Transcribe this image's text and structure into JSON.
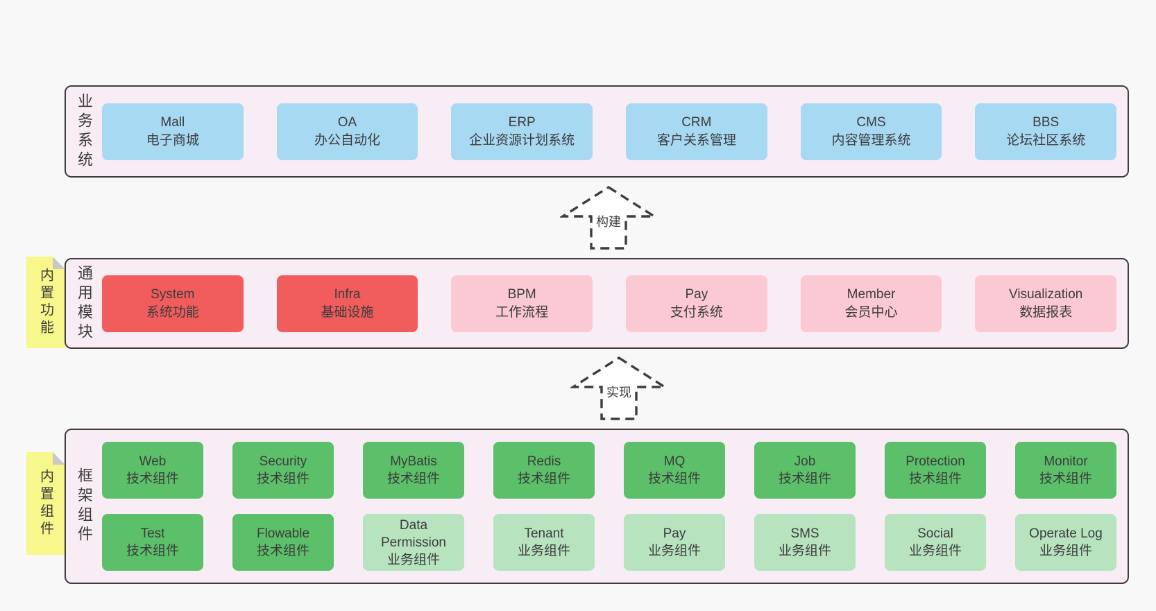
{
  "colors": {
    "page_bg": "#f8f8f8",
    "band_bg": "#f8ecf5",
    "band_border": "#3d3d3d",
    "text": "#3c3c3c",
    "blue": "#a8d9f2",
    "red": "#f15c5c",
    "pink": "#fbc9d3",
    "green_dark": "#5bc069",
    "green_light": "#b7e3bf",
    "sticky": "#f8f78b",
    "fold": "#c8c8c8"
  },
  "stickies": [
    {
      "label": "内置功能"
    },
    {
      "label": "内置组件"
    }
  ],
  "arrows": [
    {
      "label": "构建"
    },
    {
      "label": "实现"
    }
  ],
  "bands": [
    {
      "label": "业务系统",
      "boxes": [
        {
          "title": "Mall",
          "subtitle": "电子商城",
          "variant": "blue"
        },
        {
          "title": "OA",
          "subtitle": "办公自动化",
          "variant": "blue"
        },
        {
          "title": "ERP",
          "subtitle": "企业资源计划系统",
          "variant": "blue"
        },
        {
          "title": "CRM",
          "subtitle": "客户关系管理",
          "variant": "blue"
        },
        {
          "title": "CMS",
          "subtitle": "内容管理系统",
          "variant": "blue"
        },
        {
          "title": "BBS",
          "subtitle": "论坛社区系统",
          "variant": "blue"
        }
      ]
    },
    {
      "label": "通用模块",
      "boxes": [
        {
          "title": "System",
          "subtitle": "系统功能",
          "variant": "red"
        },
        {
          "title": "Infra",
          "subtitle": "基础设施",
          "variant": "red"
        },
        {
          "title": "BPM",
          "subtitle": "工作流程",
          "variant": "pink"
        },
        {
          "title": "Pay",
          "subtitle": "支付系统",
          "variant": "pink"
        },
        {
          "title": "Member",
          "subtitle": "会员中心",
          "variant": "pink"
        },
        {
          "title": "Visualization",
          "subtitle": "数据报表",
          "variant": "pink"
        }
      ]
    },
    {
      "label": "框架组件",
      "rows": [
        [
          {
            "title": "Web",
            "subtitle": "技术组件",
            "variant": "green"
          },
          {
            "title": "Security",
            "subtitle": "技术组件",
            "variant": "green"
          },
          {
            "title": "MyBatis",
            "subtitle": "技术组件",
            "variant": "green"
          },
          {
            "title": "Redis",
            "subtitle": "技术组件",
            "variant": "green"
          },
          {
            "title": "MQ",
            "subtitle": "技术组件",
            "variant": "green"
          },
          {
            "title": "Job",
            "subtitle": "技术组件",
            "variant": "green"
          },
          {
            "title": "Protection",
            "subtitle": "技术组件",
            "variant": "green"
          },
          {
            "title": "Monitor",
            "subtitle": "技术组件",
            "variant": "green"
          }
        ],
        [
          {
            "title": "Test",
            "subtitle": "技术组件",
            "variant": "green"
          },
          {
            "title": "Flowable",
            "subtitle": "技术组件",
            "variant": "green"
          },
          {
            "title": "Data Permission",
            "subtitle": "业务组件",
            "variant": "green-light"
          },
          {
            "title": "Tenant",
            "subtitle": "业务组件",
            "variant": "green-light"
          },
          {
            "title": "Pay",
            "subtitle": "业务组件",
            "variant": "green-light"
          },
          {
            "title": "SMS",
            "subtitle": "业务组件",
            "variant": "green-light"
          },
          {
            "title": "Social",
            "subtitle": "业务组件",
            "variant": "green-light"
          },
          {
            "title": "Operate Log",
            "subtitle": "业务组件",
            "variant": "green-light"
          }
        ]
      ]
    }
  ]
}
